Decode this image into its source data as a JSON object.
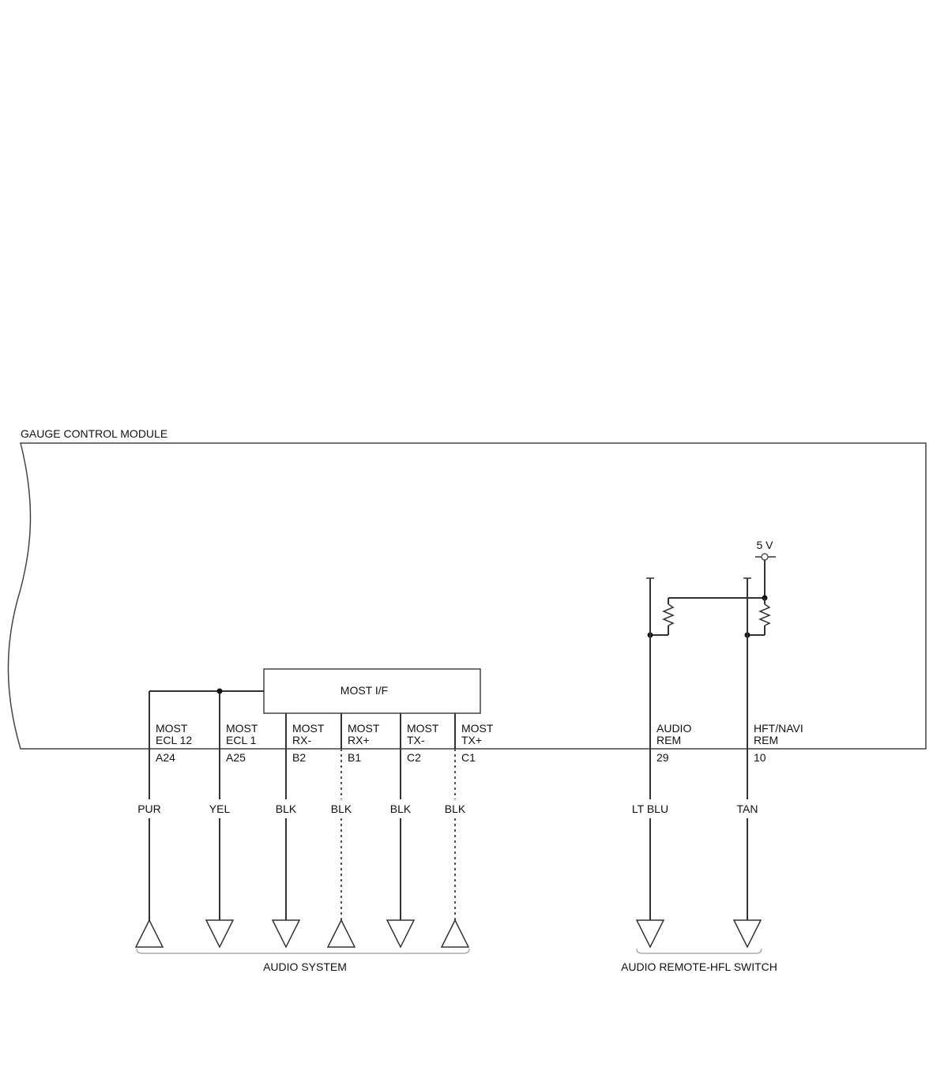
{
  "module": {
    "title": "GAUGE CONTROL MODULE",
    "voltage": "5 V",
    "interface_label": "MOST I/F"
  },
  "terminals": [
    {
      "line1": "MOST",
      "line2": "ECL 12",
      "pin": "A24",
      "wire": "PUR",
      "dotted": false,
      "arrow": "up"
    },
    {
      "line1": "MOST",
      "line2": "ECL 1",
      "pin": "A25",
      "wire": "YEL",
      "dotted": false,
      "arrow": "down"
    },
    {
      "line1": "MOST",
      "line2": "RX-",
      "pin": "B2",
      "wire": "BLK",
      "dotted": false,
      "arrow": "down"
    },
    {
      "line1": "MOST",
      "line2": "RX+",
      "pin": "B1",
      "wire": "BLK",
      "dotted": true,
      "arrow": "up"
    },
    {
      "line1": "MOST",
      "line2": "TX-",
      "pin": "C2",
      "wire": "BLK",
      "dotted": false,
      "arrow": "down"
    },
    {
      "line1": "MOST",
      "line2": "TX+",
      "pin": "C1",
      "wire": "BLK",
      "dotted": true,
      "arrow": "up"
    },
    {
      "line1": "AUDIO",
      "line2": "REM",
      "pin": "29",
      "wire": "LT BLU",
      "dotted": false,
      "arrow": "down"
    },
    {
      "line1": "HFT/NAVI",
      "line2": "REM",
      "pin": "10",
      "wire": "TAN",
      "dotted": false,
      "arrow": "down"
    }
  ],
  "groups": [
    {
      "label": "AUDIO SYSTEM"
    },
    {
      "label": "AUDIO REMOTE-HFL SWITCH"
    }
  ]
}
